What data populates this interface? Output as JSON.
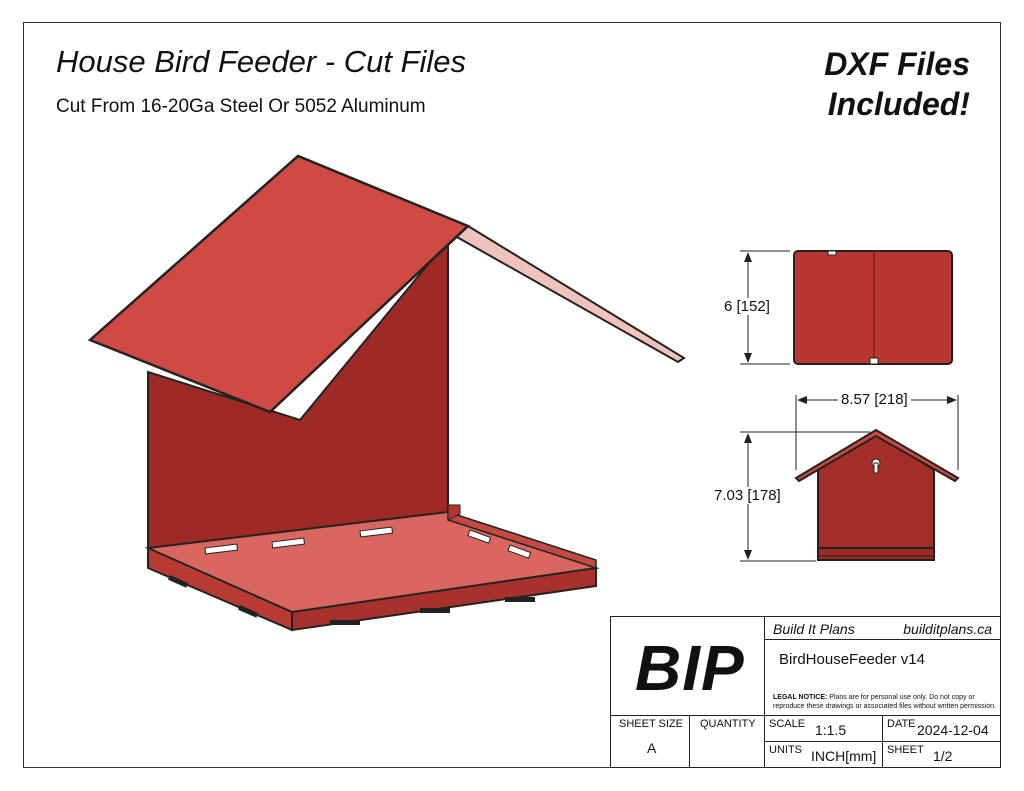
{
  "header": {
    "title": "House Bird Feeder - Cut Files",
    "subtitle": "Cut From 16-20Ga Steel Or 5052 Aluminum",
    "badge_line1": "DXF Files",
    "badge_line2": "Included!"
  },
  "dimensions": {
    "side_height": "6 [152]",
    "front_width": "8.57 [218]",
    "front_height": "7.03 [178]"
  },
  "colors": {
    "roof": "#cf4a43",
    "wall": "#9e2a25",
    "floor_inner": "#d9675f",
    "outline": "#222222"
  },
  "title_block": {
    "logo": "BIP",
    "company": "Build It Plans",
    "website": "builditplans.ca",
    "drawing_name": "BirdHouseFeeder v14",
    "legal_heading": "LEGAL NOTICE:",
    "legal_text_1": "Plans are for personal use only. Do not copy or",
    "legal_text_2": "reproduce these drawings or associated files without written permission.",
    "sheet_size_label": "SHEET SIZE",
    "sheet_size_value": "A",
    "quantity_label": "QUANTITY",
    "quantity_value": "",
    "scale_label": "SCALE",
    "scale_value": "1:1.5",
    "date_label": "DATE",
    "date_value": "2024-12-04",
    "units_label": "UNITS",
    "units_value": "INCH[mm]",
    "sheet_label": "SHEET",
    "sheet_value": "1/2"
  }
}
